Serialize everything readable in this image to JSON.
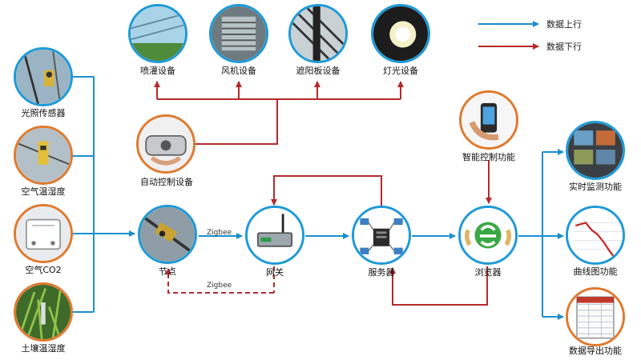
{
  "legend": {
    "up": "数据上行",
    "down": "数据下行"
  },
  "colors": {
    "up": "#1b8fd1",
    "down": "#b52a2a",
    "ring_blue": "#1e9ad6",
    "ring_orange": "#e07a2e"
  },
  "nodes": {
    "light_sensor": "光照传感器",
    "air_temp_humidity": "空气温湿度",
    "air_co2": "空气CO2",
    "soil_temp_humidity": "土壤温湿度",
    "sprinkler": "喷灌设备",
    "fan": "风机设备",
    "shade": "遮阳板设备",
    "lighting": "灯光设备",
    "auto_control": "自动控制设备",
    "node": "节点",
    "gateway": "网关",
    "server": "服务器",
    "browser": "浏览器",
    "smart_control": "智能控制功能",
    "realtime_monitor": "实时监测功能",
    "curve_chart": "曲线图功能",
    "data_export": "数据导出功能"
  },
  "links": {
    "zigbee_up": "Zigbee",
    "zigbee_down": "Zigbee"
  }
}
